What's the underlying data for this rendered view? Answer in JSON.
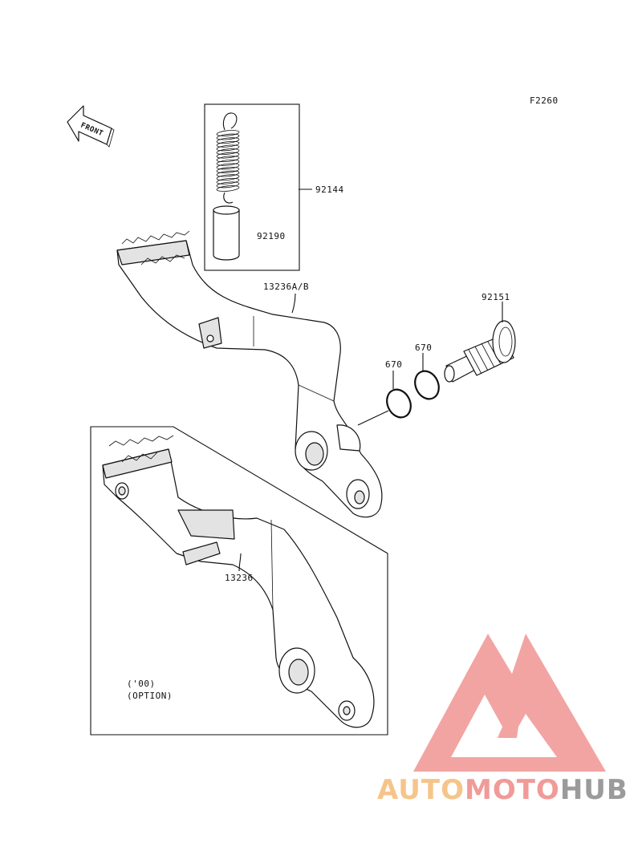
{
  "diagram": {
    "code": "F2260",
    "front_label": "FRONT",
    "parts": {
      "spring_box": "92144",
      "sleeve": "92190",
      "pedal_upper": "13236A/B",
      "pivot_bolt": "92151",
      "oring_a": "670",
      "oring_b": "670",
      "pedal_option": "13236"
    },
    "option_note": {
      "line1": "('00)",
      "line2": "(OPTION)"
    }
  },
  "watermark": {
    "part1": "AUTO",
    "part2": "MOTO",
    "part3": "HUB",
    "color1": "#f6c48a",
    "color2": "#f19a98",
    "color3": "#9b9b9b",
    "logo_color": "#f19a98"
  }
}
